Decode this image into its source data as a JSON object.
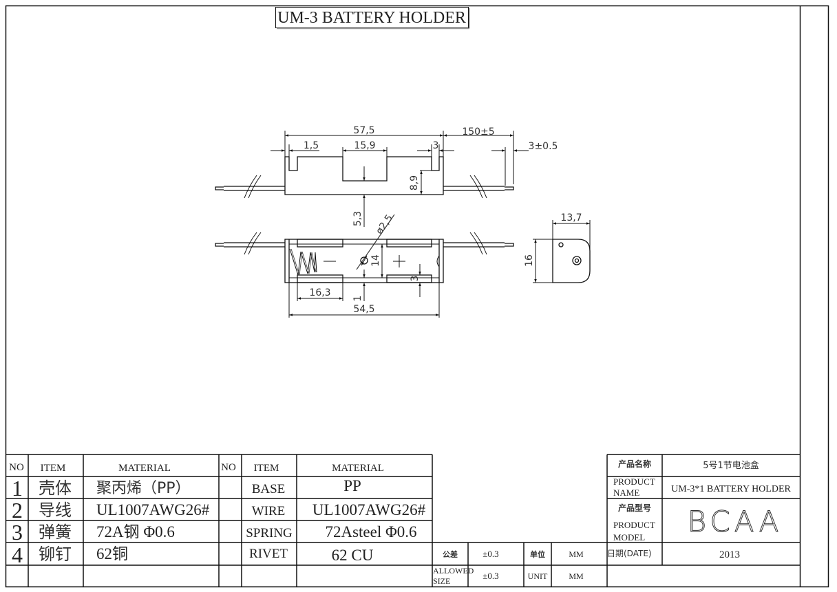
{
  "title": "UM-3 BATTERY HOLDER",
  "dimensions": {
    "overall_length": "57,5",
    "slot_width": "1,5",
    "center_slot": "15,9",
    "end_slot": "3",
    "wire_length": "150±5",
    "wire_strip": "3±0.5",
    "slot_depth": "8,9",
    "offset": "5,3",
    "hole_diameter": "ø2,5",
    "inner_width": "14",
    "contact_gap": "3",
    "contact_length": "16,3",
    "bottom_offset": "1",
    "inner_length": "54,5",
    "side_width": "13,7",
    "side_height": "16",
    "minus_sign": "—",
    "plus_sign": "+"
  },
  "bom_left": {
    "headers": [
      "NO",
      "ITEM",
      "MATERIAL"
    ],
    "rows": [
      {
        "no": "1",
        "item": "壳体",
        "material": "聚丙烯（PP）"
      },
      {
        "no": "2",
        "item": "导线",
        "material": "UL1007AWG26#"
      },
      {
        "no": "3",
        "item": "弹簧",
        "material": "72A钢 Φ0.6"
      },
      {
        "no": "4",
        "item": "铆钉",
        "material": "62铜"
      }
    ]
  },
  "bom_right": {
    "headers": [
      "NO",
      "ITEM",
      "MATERIAL"
    ],
    "rows": [
      {
        "no": "",
        "item": "BASE",
        "material": "PP"
      },
      {
        "no": "",
        "item": "WIRE",
        "material": "UL1007AWG26#"
      },
      {
        "no": "",
        "item": "SPRING",
        "material": "72Asteel Φ0.6"
      },
      {
        "no": "",
        "item": "RIVET",
        "material": "62 CU"
      }
    ]
  },
  "tolerance": {
    "label_cn": "公差",
    "label_en": "ALLOWED SIZE",
    "value_cn": "±0.3",
    "value_en": "±0.3",
    "unit_label_cn": "单位",
    "unit_label_en": "UNIT",
    "unit_value_cn": "MM",
    "unit_value_en": "MM"
  },
  "title_block": {
    "product_name_label_cn": "产品名称",
    "product_name_value_cn": "5号1节电池盒",
    "product_name_label_en_1": "PRODUCT",
    "product_name_label_en_2": "NAME",
    "product_name_value_en": "UM-3*1 BATTERY HOLDER",
    "product_model_label_cn": "产品型号",
    "product_model_label_en_1": "PRODUCT",
    "product_model_label_en_2": "MODEL",
    "product_model_value": "BCAA",
    "date_label": "日期(DATE)",
    "date_value": "2013"
  },
  "colors": {
    "line": "#111111",
    "text": "#222222"
  }
}
